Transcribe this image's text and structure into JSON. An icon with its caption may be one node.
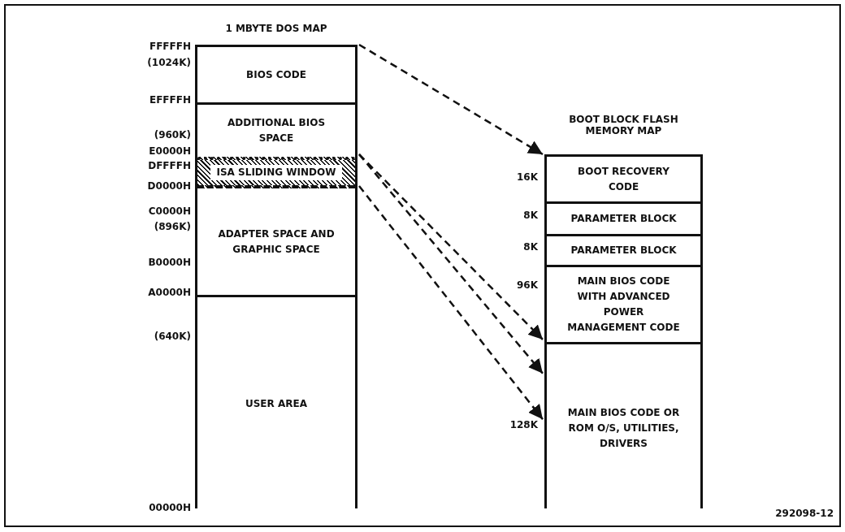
{
  "diagram": {
    "nodes": [
      {
        "text": [
          "1 MBYTE DOS MAP"
        ]
      },
      {
        "text": [
          "BIOS CODE"
        ],
        "in": 0
      },
      {
        "text": [
          "ADDITIONAL BIOS SPACE"
        ],
        "in": 0
      },
      {
        "text": [
          "ISA SLIDING WINDOW"
        ],
        "in": 0
      },
      {
        "text": [
          "ADAPTER SPACE AND GRAPHIC SPACE"
        ],
        "in": 0
      },
      {
        "text": [
          "USER AREA"
        ],
        "in": 0
      },
      {
        "text": [
          "BOOT BLOCK FLASH MEMORY MAP"
        ]
      },
      {
        "text": [
          "BOOT RECOVERY CODE"
        ],
        "in": 6,
        "beside": [
          "16K"
        ]
      },
      {
        "text": [
          "PARAMETER BLOCK"
        ],
        "in": 6,
        "beside": [
          "8K"
        ]
      },
      {
        "text": [
          "PARAMETER BLOCK"
        ],
        "in": 6,
        "beside": [
          "8K"
        ]
      },
      {
        "text": [
          "MAIN BIOS CODE WITH ADVANCED POWER MANAGEMENT CODE"
        ],
        "in": 6,
        "beside": [
          "96K"
        ]
      },
      {
        "text": [
          "MAIN BIOS CODE OR ROM O/S, UTILITIES, DRIVERS"
        ],
        "in": 6,
        "beside": [
          "128K"
        ]
      }
    ],
    "edges": [
      {
        "from": 1,
        "to": 7,
        "arrow": "to",
        "style": "dashed"
      },
      {
        "from": 3,
        "to": 10,
        "arrow": "to",
        "style": "dashed"
      },
      {
        "from": 3,
        "to": 11,
        "arrow": "to",
        "style": "dashed"
      },
      {
        "from": 3,
        "to": 11,
        "arrow": "to",
        "style": "dashed"
      }
    ],
    "labels": [
      "FFFFFH",
      "(1024K)",
      "EFFFFH",
      "(960K)",
      "E0000H",
      "DFFFFH",
      "D0000H",
      "C0000H",
      "(896K)",
      "B0000H",
      "A0000H",
      "(640K)",
      "00000H",
      "292098-12"
    ]
  }
}
